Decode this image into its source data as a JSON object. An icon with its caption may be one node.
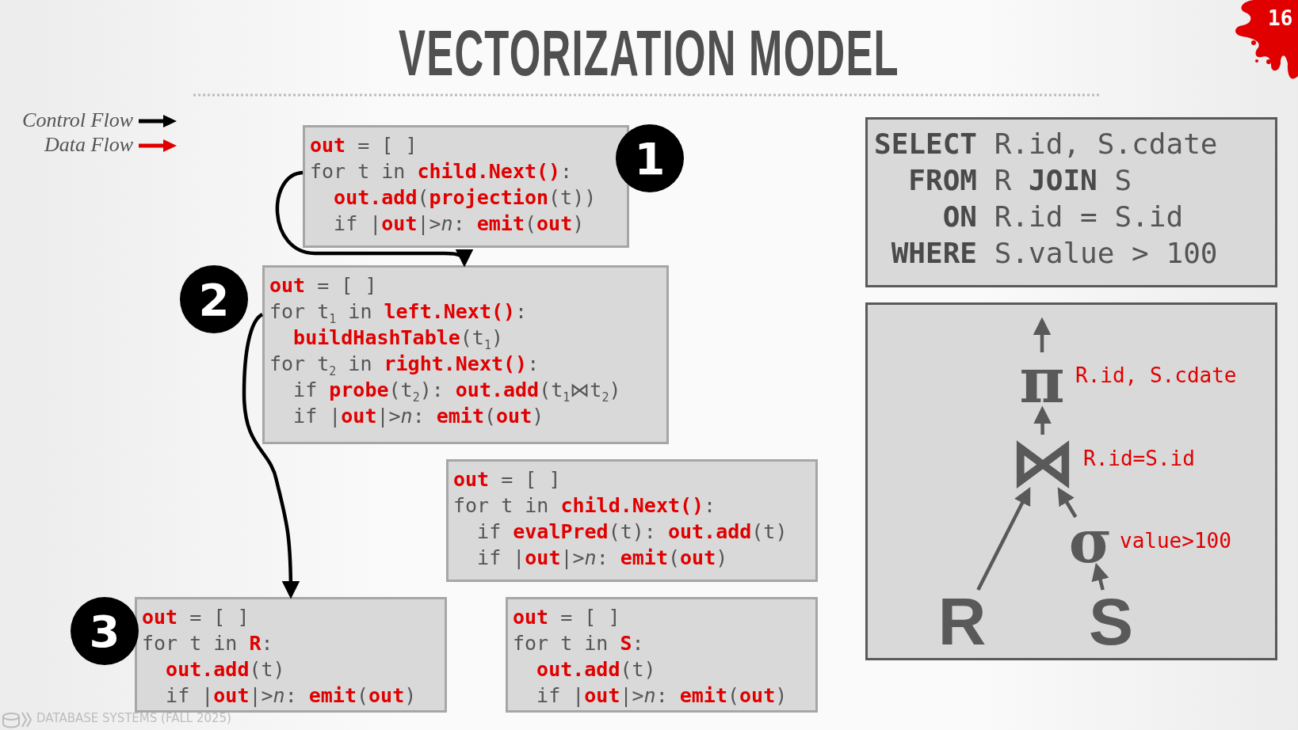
{
  "diagram": {
    "title": "VECTORIZATION MODEL",
    "nodes": [
      {
        "text": [
          "**out** = [ ]",
          "for t in **child.Next()**:",
          "**out.add**(**projection**(t))",
          "if |**out**|>*n*: **emit**(**out**)"
        ]
      },
      {
        "text": [
          "1"
        ]
      },
      {
        "text": [
          "**out** = [ ]",
          "for t$_{1}$ in **left.Next()**:",
          "**buildHashTable**(t$_{1}$)",
          "for t$_{2}$ in **right.Next()**:",
          "if **probe**(t$_{2}$): **out.add**(t$_{1}$⋈t$_{2}$)",
          "if |**out**|>*n*: **emit**(**out**)"
        ]
      },
      {
        "text": [
          "2"
        ]
      },
      {
        "text": [
          "**out** = [ ]",
          "for t in **child.Next()**:",
          "if **evalPred**(t): **out.add**(t)",
          "if |**out**|>*n*: **emit**(**out**)"
        ]
      },
      {
        "text": [
          "**out** = [ ]",
          "for t in **R**:",
          "**out.add**(t)",
          "if |**out**|>*n*: **emit**(**out**)"
        ]
      },
      {
        "text": [
          "3"
        ]
      },
      {
        "text": [
          "**out** = [ ]",
          "for t in **S**:",
          "**out.add**(t)",
          "if |**out**|>*n*: **emit**(**out**)"
        ]
      },
      {
        "text": [
          "**SELECT** R.id, S.cdate",
          "**FROM** R **JOIN** S",
          "**ON** R.id = S.id",
          "**WHERE** S.value > 100"
        ]
      },
      {
        "text": [],
        "shape": "box"
      },
      {
        "text": [
          "π"
        ],
        "beside": [
          "R.id, S.cdate"
        ],
        "in": 9
      },
      {
        "text": [
          "⋈"
        ],
        "beside": [
          "R.id=S.id"
        ],
        "in": 9
      },
      {
        "text": [
          "σ"
        ],
        "beside": [
          "value>100"
        ],
        "in": 9
      },
      {
        "text": [
          "R"
        ],
        "in": 9
      },
      {
        "text": [
          "S"
        ],
        "in": 9
      }
    ],
    "edges": [
      {
        "from": 0,
        "to": 2,
        "arrow": "to",
        "color": "#000000"
      },
      {
        "from": 2,
        "to": 5,
        "arrow": "to",
        "color": "#000000"
      },
      {
        "from": 10,
        "to": null,
        "arrow": "to"
      },
      {
        "from": 11,
        "to": 10,
        "arrow": "to"
      },
      {
        "from": 13,
        "to": 11,
        "arrow": "to"
      },
      {
        "from": 12,
        "to": 11,
        "arrow": "to"
      },
      {
        "from": 14,
        "to": 12,
        "arrow": "to"
      }
    ],
    "labels": [
      "16",
      "DATABASE SYSTEMS (FALL 2025)"
    ],
    "legend": [
      {
        "text": "Control Flow"
      },
      {
        "text": "Data Flow"
      }
    ]
  }
}
